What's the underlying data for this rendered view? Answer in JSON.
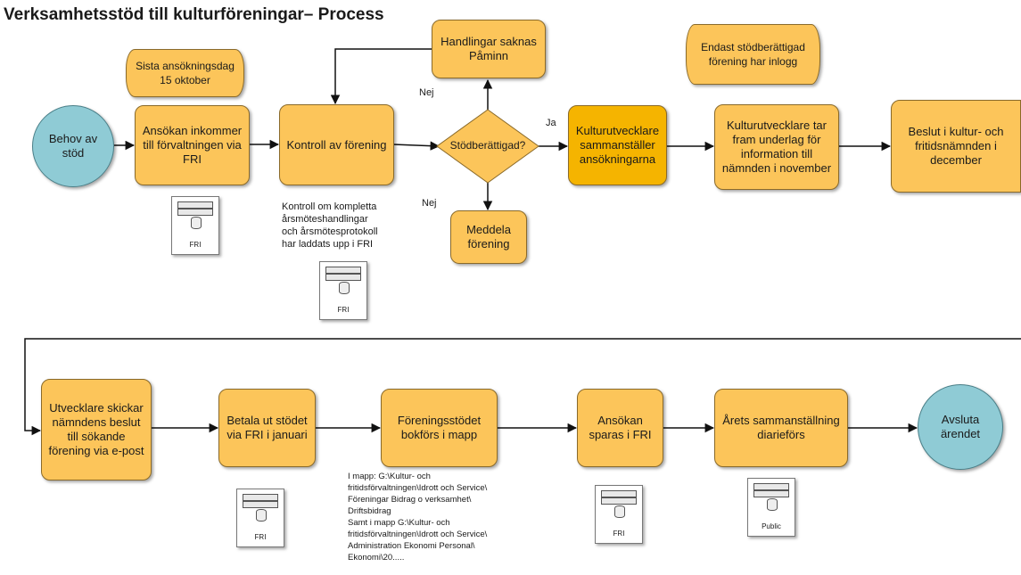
{
  "title": "Verksamhetsstöd till kulturföreningar– Process",
  "nodes": {
    "behov": "Behov av stöd",
    "ansokan_inkommer": "Ansökan inkommer till förvaltningen via FRI",
    "kontroll": "Kontroll av förening",
    "handlingar": "Handlingar saknas Påminn",
    "stodberattigad": "Stödberättigad?",
    "meddela": "Meddela förening",
    "sammanstaller": "Kulturutvecklare sammanställer ansökningarna",
    "underlag": "Kulturutvecklare tar fram underlag för information till nämnden i november",
    "beslut": "Beslut i kultur- och fritidsnämnden i december",
    "skickar": "Utvecklare skickar nämndens beslut till sökande förening via e-post",
    "betala": "Betala ut stödet via FRI i januari",
    "bokfors": "Föreningsstödet bokförs i mapp",
    "sparas": "Ansökan sparas i FRI",
    "diarieforis": "Årets sammanställning diarieförs",
    "avsluta": "Avsluta ärendet"
  },
  "cylinders": {
    "sista": "Sista ansökningsdag 15 oktober",
    "endast": "Endast stödberättigad förening har inlogg"
  },
  "edge_labels": {
    "nej_top": "Nej",
    "ja": "Ja",
    "nej_bottom": "Nej"
  },
  "notes": {
    "kontroll_note": "Kontroll om kompletta\nårsmöteshandlingar\noch årsmötesprotokoll\nhar laddats upp i FRI",
    "mapp_note": "I mapp: G:\\Kultur- och\nfritidsförvaltningen\\Idrott och Service\\\nFöreningar Bidrag o verksamhet\\\nDriftsbidrag\nSamt i mapp G:\\Kultur- och\nfritidsförvaltningen\\Idrott och Service\\\nAdministration Ekonomi Personal\\\nEkonomi\\20....."
  },
  "systems": {
    "fri": "FRI",
    "public": "Public"
  },
  "colors": {
    "process": "#fcc55a",
    "process_highlight": "#f5b400",
    "terminal": "#8fcbd5"
  }
}
